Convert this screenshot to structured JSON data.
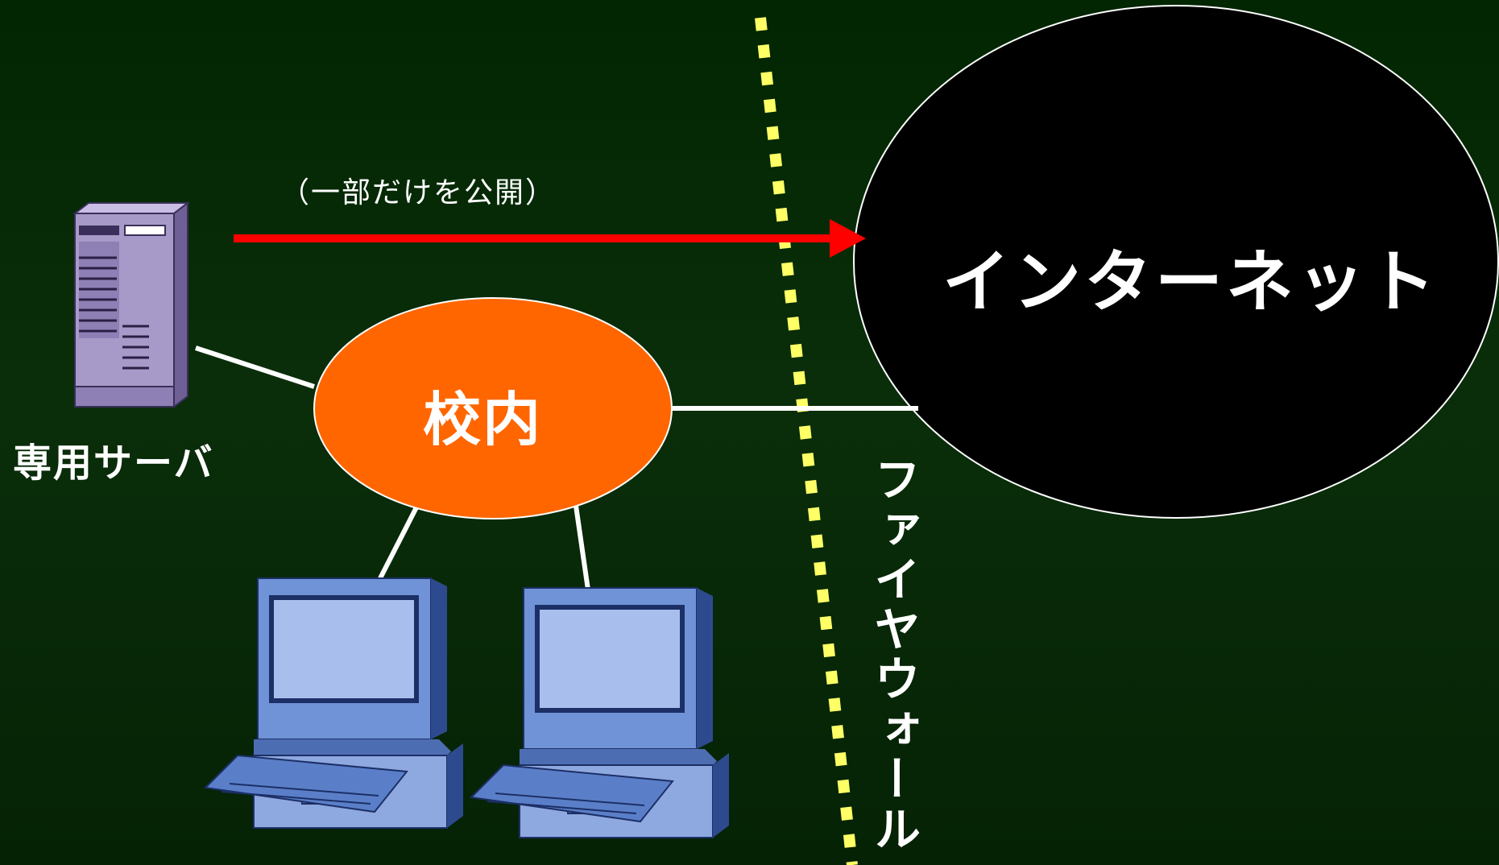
{
  "nodes": {
    "server_label": "専用サーバ",
    "campus_label": "校内",
    "internet_label": "インターネット",
    "firewall_label": "ファイヤウォール"
  },
  "edges": {
    "publish_label": "（一部だけを公開）"
  },
  "colors": {
    "background": "#022602",
    "campus_fill": "#ff6600",
    "internet_fill": "#000000",
    "arrow": "#ff0000",
    "firewall_dash": "#ffff66",
    "link": "#ffffff",
    "computer": "#6f93d6",
    "server": "#a89ac8"
  },
  "icons": {
    "server": "tower-server-icon",
    "computer": "desktop-computer-icon"
  }
}
